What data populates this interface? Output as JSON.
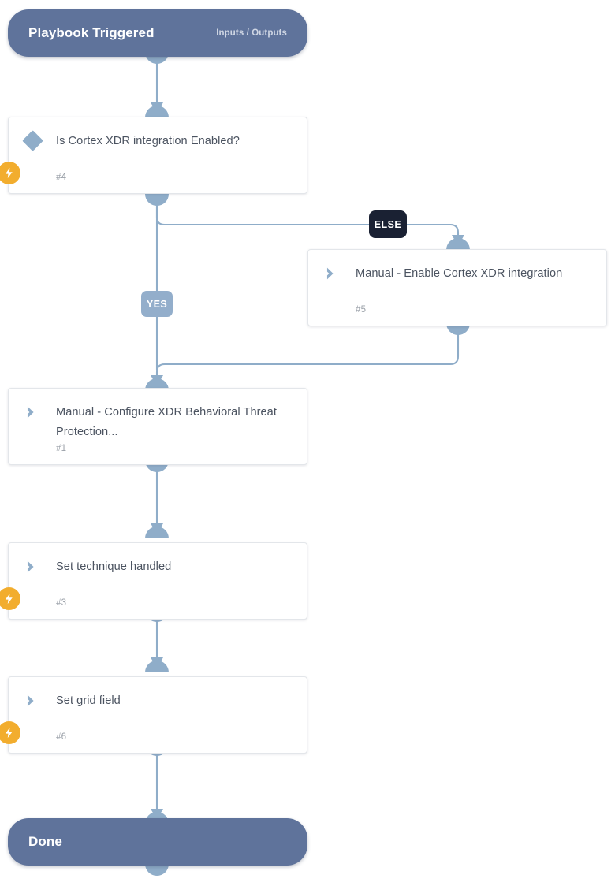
{
  "graph": {
    "background": "#ffffff",
    "colors": {
      "terminal_node": "#5f739b",
      "connector": "#8fadc9",
      "automation_badge": "#f2ad2e",
      "else_badge": "#1a2133",
      "yes_badge": "#93aecb",
      "card_border": "#e3e6ea",
      "card_title_text": "#4b5360",
      "card_id_text": "#9aa0a8"
    },
    "start": {
      "title": "Playbook Triggered",
      "aux_label": "Inputs / Outputs",
      "icon": "playbook-start"
    },
    "end": {
      "title": "Done",
      "icon": "playbook-end"
    },
    "nodes": [
      {
        "id": "#4",
        "title": "Is Cortex XDR integration Enabled?",
        "type": "condition",
        "icon": "diamond-icon",
        "automated": true,
        "automation_icon": "lightning-bolt-icon"
      },
      {
        "id": "#5",
        "title": "Manual - Enable Cortex XDR integration",
        "type": "manual-task",
        "icon": "chevron-right-icon",
        "automated": false
      },
      {
        "id": "#1",
        "title": "Manual - Configure XDR Behavioral Threat Protection...",
        "type": "manual-task",
        "icon": "chevron-right-icon",
        "automated": false
      },
      {
        "id": "#3",
        "title": "Set technique handled",
        "type": "task",
        "icon": "chevron-right-icon",
        "automated": true,
        "automation_icon": "lightning-bolt-icon"
      },
      {
        "id": "#6",
        "title": "Set grid field",
        "type": "task",
        "icon": "chevron-right-icon",
        "automated": true,
        "automation_icon": "lightning-bolt-icon"
      }
    ],
    "branches": [
      {
        "label": "YES",
        "from": "#4",
        "to": "#1"
      },
      {
        "label": "ELSE",
        "from": "#4",
        "to": "#5"
      }
    ]
  }
}
